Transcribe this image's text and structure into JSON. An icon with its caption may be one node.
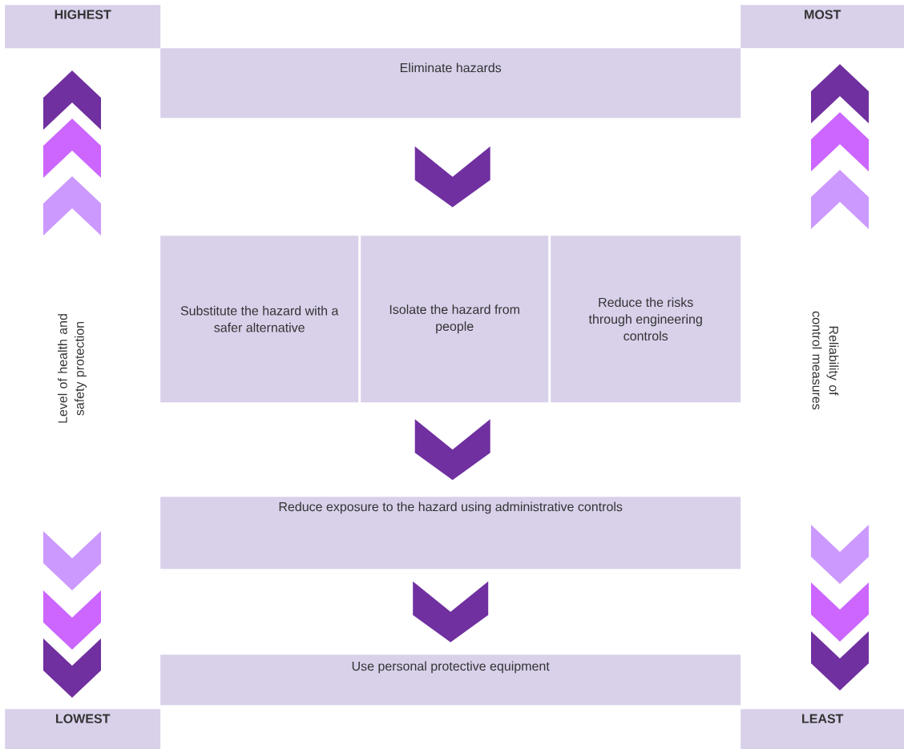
{
  "diagram": {
    "nodes": [
      {
        "text": [
          "HIGHEST"
        ]
      },
      {
        "text": [
          "MOST"
        ]
      },
      {
        "text": [
          "Eliminate hazards"
        ]
      },
      {
        "text": [
          "Substitute the hazard with a safer alternative"
        ]
      },
      {
        "text": [
          "Isolate the hazard from people"
        ]
      },
      {
        "text": [
          "Reduce the risks through engineering controls"
        ]
      },
      {
        "text": [
          "Reduce exposure to the hazard using administrative controls"
        ]
      },
      {
        "text": [
          "Use personal protective equipment"
        ]
      },
      {
        "text": [
          "LOWEST"
        ]
      },
      {
        "text": [
          "LEAST"
        ]
      }
    ],
    "edges": [
      {
        "from": 2,
        "to": 4,
        "arrow": "to"
      },
      {
        "from": 4,
        "to": 6,
        "arrow": "to"
      },
      {
        "from": 6,
        "to": 7,
        "arrow": "to"
      }
    ],
    "labels": [
      "Level of health and safety protection",
      "Reliability of control measures"
    ]
  }
}
